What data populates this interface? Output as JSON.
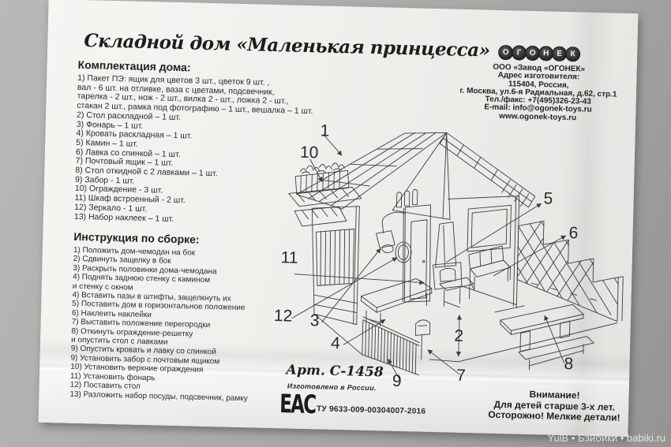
{
  "title": "Складной дом «Маленькая принцесса»",
  "manufacturer": {
    "logo_letters": [
      "О",
      "Г",
      "О",
      "Н",
      "Е",
      "К"
    ],
    "lines": [
      "ООО «Завод «ОГОНЕК»",
      "Адрес изготовителя:",
      "115404, Россия,",
      "г. Москва, ул.6-я Радиальная, д.62, стр.1",
      "Тел./факс: +7(495)326-23-43",
      "E-mail: info@ogonek-toys.ru",
      "www.ogonek-toys.ru"
    ]
  },
  "kit": {
    "heading": "Комплектация дома:",
    "lines": [
      "1) Пакет ПЭ: ящик для цветов 3 шт., цветок 9 шт. ,",
      "вал - 6 шт. на отливке, ваза с цветами, подсвечник,",
      "тарелка - 2 шт., нож - 2 шт., вилка 2 - шт., ложка 2 - шт.,",
      "стакан 2 шт., рамка под фотографию – 1 шт., вешалка – 1 шт.",
      "2) Стол раскладной – 1 шт.",
      "3) Фонарь – 1 шт.",
      "4) Кровать раскладная – 1 шт.",
      "5) Камин – 1 шт.",
      "6) Лавка со спинкой – 1 шт.",
      "7) Почтовый ящик – 1 шт.",
      "8) Стол откидной с 2 лавками – 1 шт.",
      "9) Забор - 1 шт.",
      "10) Ограждение  - 3 шт.",
      "11) Шкаф встроенный  - 2 шт.",
      "12) Зеркало - 1 шт.",
      "13) Набор наклеек – 1 шт."
    ]
  },
  "assembly": {
    "heading": "Инструкция по сборке:",
    "lines": [
      "1) Положить дом-чемодан на бок",
      "2) Сдвинуть защелку в бок",
      "3) Раскрыть половинки дома-чемодана",
      "4) Поднять заднюю стенку с камином",
      "и стенку с окном",
      "4) Вставить пазы в штифты, защелкнуть их",
      "5) Поставить дом в горизонтальное положение",
      "6) Наклеить наклейки",
      "7) Выставить положение перегородки",
      "8) Откинуть ограждение-решетку",
      "и опустить стол с лавками",
      "9) Опустить кровать и лавку со спинкой",
      "9) Установить забор с почтовым ящиком",
      "10) Установить верхние ограждения",
      "11) Установить фонарь",
      "12) Поставить стол",
      "13) Разложить набор посуды, подсвечник, рамку"
    ]
  },
  "diagram": {
    "labels": [
      {
        "n": "1"
      },
      {
        "n": "10"
      },
      {
        "n": "5"
      },
      {
        "n": "6"
      },
      {
        "n": "11"
      },
      {
        "n": "12"
      },
      {
        "n": "3"
      },
      {
        "n": "4"
      },
      {
        "n": "9"
      },
      {
        "n": "7"
      },
      {
        "n": "2"
      },
      {
        "n": "8"
      }
    ]
  },
  "footer": {
    "article": "Арт. С-1458",
    "made_in": "Изготовлено в России.",
    "eac": "ЕАС",
    "tu": "ТУ 9633-009-00304007-2016",
    "warning": [
      "Внимание!",
      "Для детей старше 3-х лет.",
      "Осторожно! Мелкие детали!"
    ]
  },
  "watermark": "YulB • Бэйбики • babiki.ru"
}
